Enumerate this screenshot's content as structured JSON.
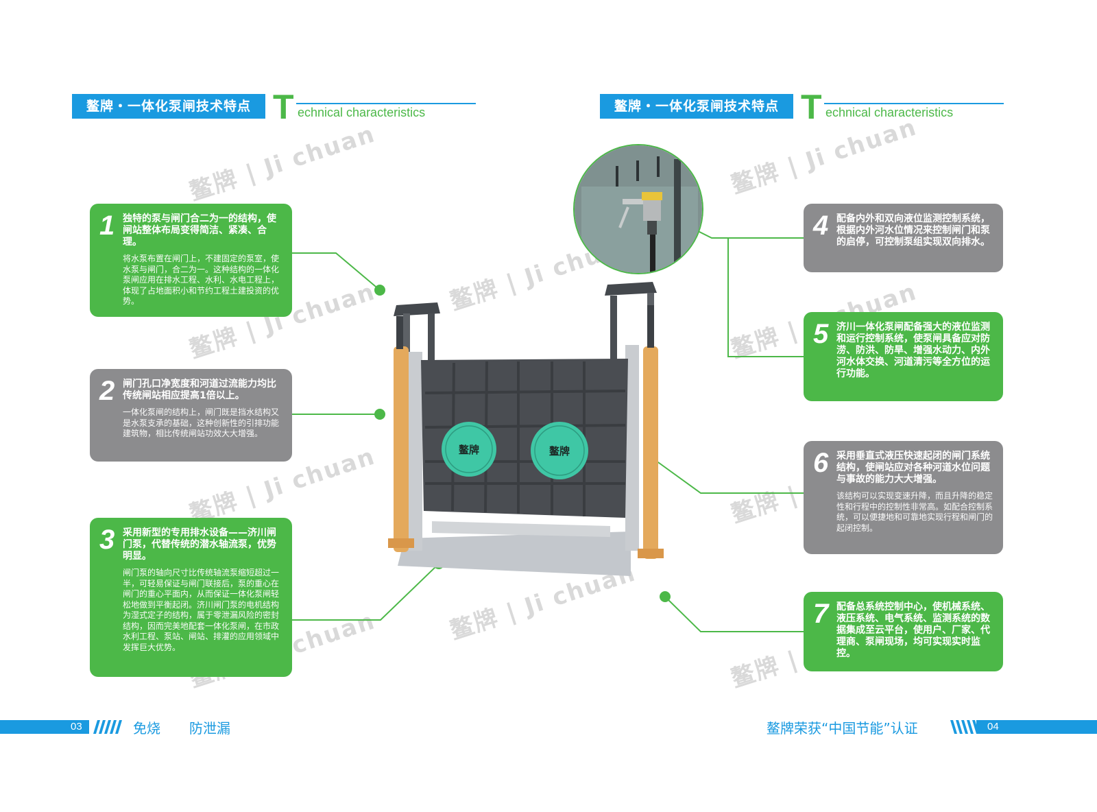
{
  "left_page": {
    "header": {
      "title": "鳌牌・一体化泵闸技术特点",
      "letter": "T",
      "subtitle": "echnical characteristics"
    },
    "cards": [
      {
        "number": "1",
        "title": "独特的泵与闸门合二为一的结构，使闸站整体布局变得简洁、紧凑、合理。",
        "body": "将水泵布置在闸门上，不建固定的泵室，使水泵与闸门，合二为一。这种结构的一体化泵闸应用在排水工程、水利、水电工程上，体现了占地面积小和节约工程土建投资的优势。",
        "color": "green"
      },
      {
        "number": "2",
        "title": "闸门孔口净宽度和河道过流能力均比传统闸站相应提高1倍以上。",
        "body": "一体化泵闸的结构上，闸门既是挡水结构又是水泵支承的基础，这种创新性的引排功能建筑物，相比传统闸站功效大大增强。",
        "color": "gray"
      },
      {
        "number": "3",
        "title": "采用新型的专用排水设备——济川闸门泵，代替传统的潜水轴流泵，优势明显。",
        "body": "闸门泵的轴向尺寸比传统轴流泵缩短超过一半，可轻易保证与闸门联接后，泵的重心在闸门的重心平面内，从而保证一体化泵闸轻松地做到平衡起闭。济川闸门泵的电机结构为湿式定子的结构，属于零泄漏风险的密封结构，因而完美地配套一体化泵闸，在市政水利工程、泵站、闸站、排灌的应用领域中发挥巨大优势。",
        "color": "green"
      }
    ],
    "footer": {
      "page_number": "03",
      "items": [
        "免烧",
        "防泄漏"
      ]
    }
  },
  "right_page": {
    "header": {
      "title": "鳌牌・一体化泵闸技术特点",
      "letter": "T",
      "subtitle": "echnical characteristics"
    },
    "cards": [
      {
        "number": "4",
        "title": "配备内外和双向液位监测控制系统，根据内外河水位情况来控制闸门和泵的启停，可控制泵组实现双向排水。",
        "body": "",
        "color": "gray"
      },
      {
        "number": "5",
        "title": "济川一体化泵闸配备强大的液位监测和运行控制系统，使泵闸具备应对防涝、防洪、防旱、增强水动力、内外河水体交换、河道清污等全方位的运行功能。",
        "body": "",
        "color": "green"
      },
      {
        "number": "6",
        "title": "采用垂直式液压快速起闭的闸门系统结构，使闸站应对各种河道水位问题与事故的能力大大增强。",
        "body": "该结构可以实现变速升降，而且升降的稳定性和行程中的控制性非常高。如配合控制系统，可以便捷地和可靠地实现行程和闸门的起闭控制。",
        "color": "gray"
      },
      {
        "number": "7",
        "title": "配备总系统控制中心，使机械系统、液压系统、电气系统、监测系统的数据集成至云平台，使用户、厂家、代理商、泵闸现场，均可实现实时监控。",
        "body": "",
        "color": "green"
      }
    ],
    "footer": {
      "page_number": "04",
      "text": "鳌牌荣获“中国节能”认证"
    }
  },
  "illustration": {
    "pump_logo_text": "鳌牌",
    "detail_image": "liquid-level-sensor"
  },
  "watermark": "鳌牌 | Ji chuan",
  "colors": {
    "brand_blue": "#1a9ae0",
    "brand_green": "#4cb848",
    "card_gray": "#8c8c8e",
    "gate_dark": "#4a4d52",
    "pump_teal": "#3fc7a5",
    "cylinder_orange": "#e4a95c",
    "concrete": "#c9ccd0"
  }
}
